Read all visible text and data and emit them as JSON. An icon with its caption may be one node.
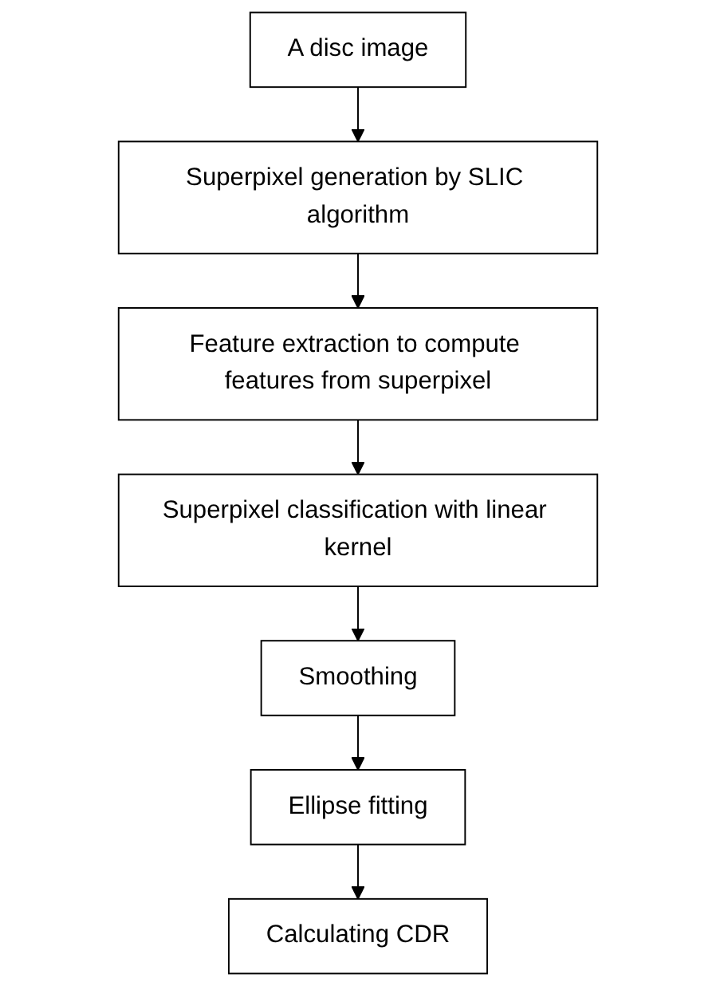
{
  "diagram": {
    "nodes": [
      {
        "text": [
          "A disc image"
        ]
      },
      {
        "text": [
          "Superpixel generation by SLIC algorithm"
        ]
      },
      {
        "text": [
          "Feature extraction to compute features from superpixel"
        ]
      },
      {
        "text": [
          "Superpixel classification with linear kernel"
        ]
      },
      {
        "text": [
          "Smoothing"
        ]
      },
      {
        "text": [
          "Ellipse fitting"
        ]
      },
      {
        "text": [
          "Calculating CDR"
        ]
      }
    ],
    "edges": [
      {
        "from": 0,
        "to": 1,
        "arrow": "to"
      },
      {
        "from": 1,
        "to": 2,
        "arrow": "to"
      },
      {
        "from": 2,
        "to": 3,
        "arrow": "to"
      },
      {
        "from": 3,
        "to": 4,
        "arrow": "to"
      },
      {
        "from": 4,
        "to": 5,
        "arrow": "to"
      },
      {
        "from": 5,
        "to": 6,
        "arrow": "to"
      }
    ]
  }
}
